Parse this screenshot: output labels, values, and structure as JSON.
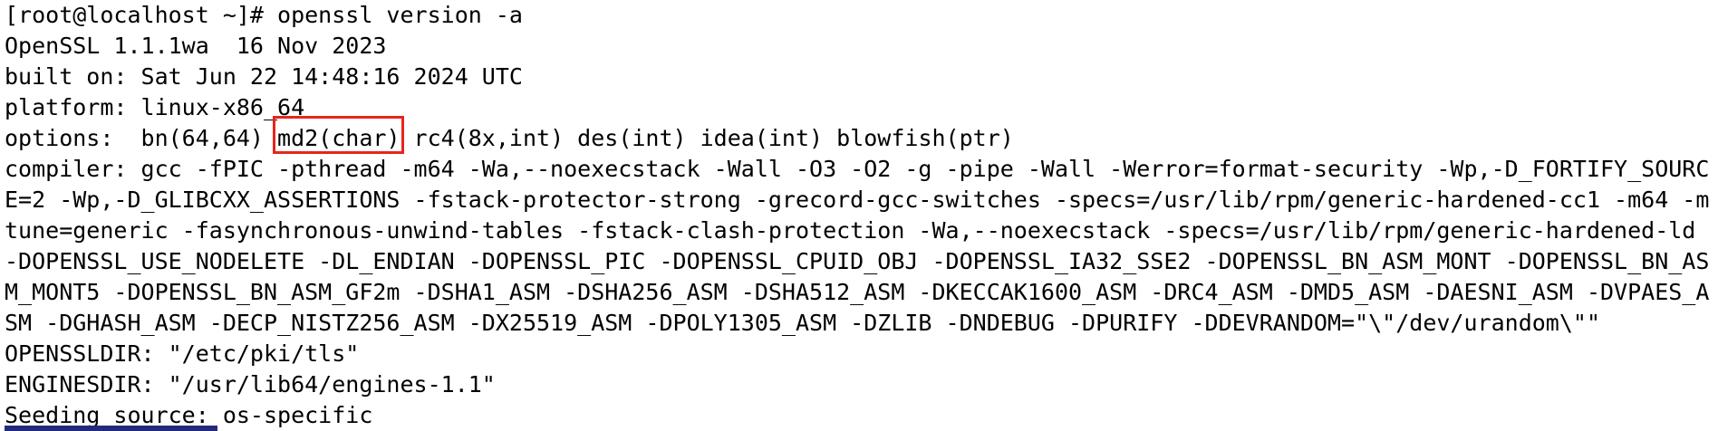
{
  "terminal": {
    "prompt": "[root@localhost ~]#",
    "command": "openssl version -a",
    "annotation_color": "#e8251c",
    "cursor_color": "#232a7c",
    "options_line": {
      "before": "options:  bn(64,64) ",
      "highlighted": "md2(char)",
      "after": " rc4(8x,int) des(int) idea(int) blowfish(ptr)"
    },
    "lines": [
      "[root@localhost ~]# openssl version -a",
      "OpenSSL 1.1.1wa  16 Nov 2023",
      "built on: Sat Jun 22 14:48:16 2024 UTC",
      "platform: linux-x86_64",
      "options:  bn(64,64) md2(char) rc4(8x,int) des(int) idea(int) blowfish(ptr)",
      "compiler: gcc -fPIC -pthread -m64 -Wa,--noexecstack -Wall -O3 -O2 -g -pipe -Wall -Werror=format-security -Wp,-D_FORTIFY_SOURC",
      "E=2 -Wp,-D_GLIBCXX_ASSERTIONS -fstack-protector-strong -grecord-gcc-switches -specs=/usr/lib/rpm/generic-hardened-cc1 -m64 -m",
      "tune=generic -fasynchronous-unwind-tables -fstack-clash-protection -Wa,--noexecstack -specs=/usr/lib/rpm/generic-hardened-ld",
      "-DOPENSSL_USE_NODELETE -DL_ENDIAN -DOPENSSL_PIC -DOPENSSL_CPUID_OBJ -DOPENSSL_IA32_SSE2 -DOPENSSL_BN_ASM_MONT -DOPENSSL_BN_AS",
      "M_MONT5 -DOPENSSL_BN_ASM_GF2m -DSHA1_ASM -DSHA256_ASM -DSHA512_ASM -DKECCAK1600_ASM -DRC4_ASM -DMD5_ASM -DAESNI_ASM -DVPAES_A",
      "SM -DGHASH_ASM -DECP_NISTZ256_ASM -DX25519_ASM -DPOLY1305_ASM -DZLIB -DNDEBUG -DPURIFY -DDEVRANDOM=\"\\\"/dev/urandom\\\"\"",
      "OPENSSLDIR: \"/etc/pki/tls\"",
      "ENGINESDIR: \"/usr/lib64/engines-1.1\"",
      "Seeding source: os-specific"
    ]
  }
}
